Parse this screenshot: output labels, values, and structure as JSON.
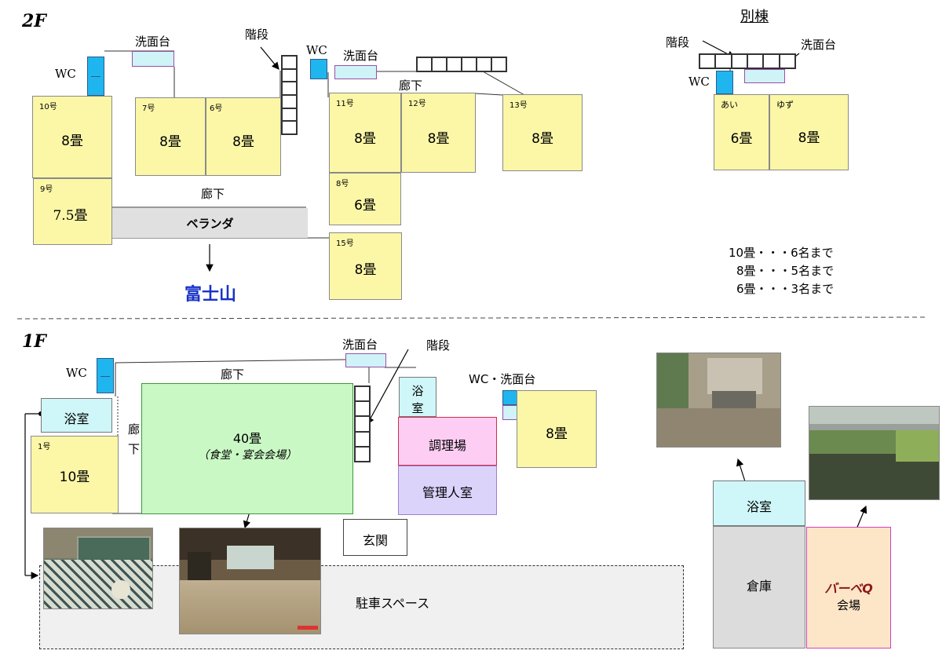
{
  "floor2": {
    "title": "2F",
    "annex_title": "別棟",
    "rooms": [
      {
        "num": "10号",
        "size": "8畳"
      },
      {
        "num": "9号",
        "size": "7.5畳"
      },
      {
        "num": "7号",
        "size": "8畳"
      },
      {
        "num": "6号",
        "size": "8畳"
      },
      {
        "num": "11号",
        "size": "8畳"
      },
      {
        "num": "12号",
        "size": "8畳"
      },
      {
        "num": "13号",
        "size": "8畳"
      },
      {
        "num": "8号",
        "size": "6畳"
      },
      {
        "num": "15号",
        "size": "8畳"
      },
      {
        "num": "あい",
        "size": "6畳"
      },
      {
        "num": "ゆず",
        "size": "8畳"
      }
    ],
    "labels": {
      "wc": "WC",
      "washbasin": "洗面台",
      "stairs": "階段",
      "corridor": "廊下",
      "veranda": "ベランダ",
      "fuji": "富士山"
    },
    "capacity": [
      "10畳・・・6名まで",
      "8畳・・・5名まで",
      "6畳・・・3名まで"
    ]
  },
  "floor1": {
    "title": "1F",
    "labels": {
      "wc": "WC",
      "washbasin": "洗面台",
      "stairs": "階段",
      "corridor": "廊下",
      "corridor_v1": "廊",
      "corridor_v2": "下",
      "bath": "浴室",
      "bath_v1": "浴",
      "bath_v2": "室",
      "wc_washbasin": "WC・洗面台",
      "hall_size": "40畳",
      "hall_use": "（食堂・宴会会場）",
      "room1_num": "1号",
      "room1_size": "10畳",
      "kitchen": "調理場",
      "manager": "管理人室",
      "room_8": "8畳",
      "entrance": "玄関",
      "parking": "駐車スペース",
      "bath2": "浴室",
      "storage": "倉庫",
      "bbq": "バーベQ",
      "bbq_venue": "会場"
    }
  },
  "colors": {
    "room": "#fbf7a7",
    "wc": "#1fb6f0",
    "washbasin": "#cff3f7",
    "hall": "#c9f8c4",
    "kitchen": "#fdcdf3",
    "manager": "#dcd3fb",
    "bbq": "#fde6c8",
    "storage": "#dcdcdc",
    "fuji": "#1932c8",
    "bbq_text": "#8b1a1a"
  }
}
